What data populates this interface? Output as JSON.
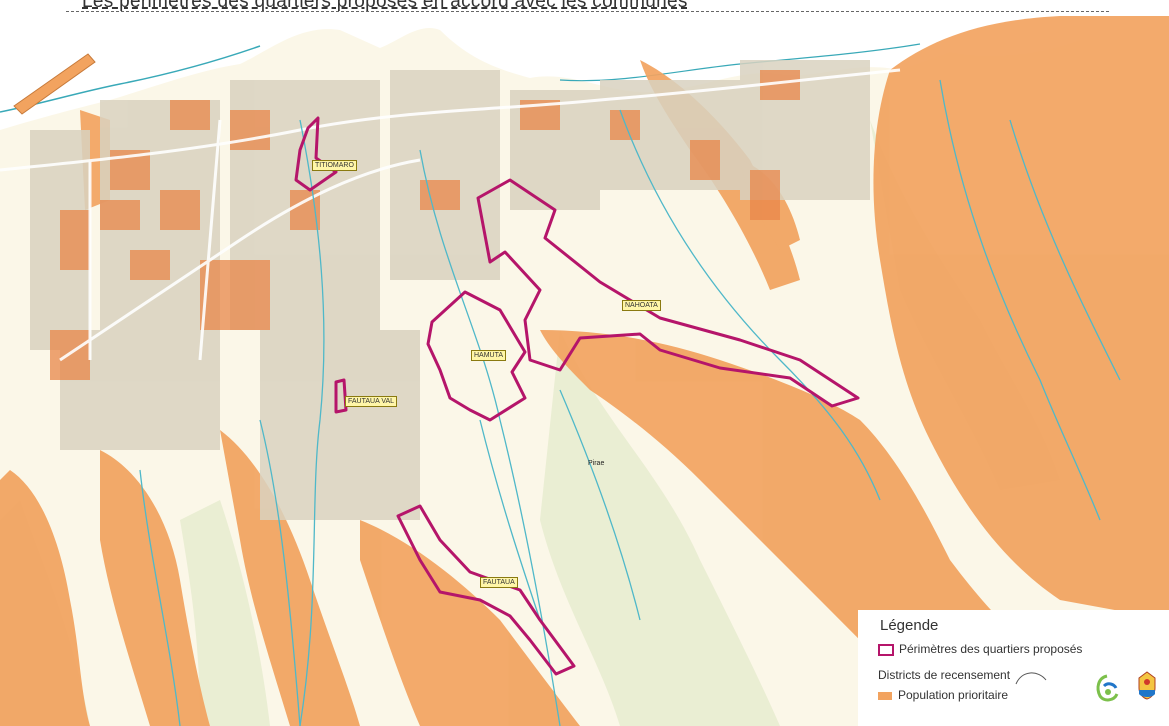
{
  "map": {
    "title": "Les périmètres des quartiers proposés en accord avec les communes",
    "place_label": "Pirae",
    "quartiers": [
      {
        "id": "titioro-nord",
        "label": "TITIOMARO"
      },
      {
        "id": "nahoata",
        "label": "NAHOATA"
      },
      {
        "id": "hamuta",
        "label": "HAMUTA"
      },
      {
        "id": "fautaua-val",
        "label": "FAUTAUA VAL"
      },
      {
        "id": "fautaua",
        "label": "FAUTAUA"
      }
    ]
  },
  "legend": {
    "title": "Légende",
    "perimeter_label": "Périmètres des quartiers proposés",
    "districts_label": "Districts de recensement",
    "population_label": "Population prioritaire",
    "colors": {
      "perimeter": "#b5156a",
      "population": "#f2a35f",
      "logo_green": "#7cc04b",
      "logo_blue": "#2176c9"
    }
  }
}
